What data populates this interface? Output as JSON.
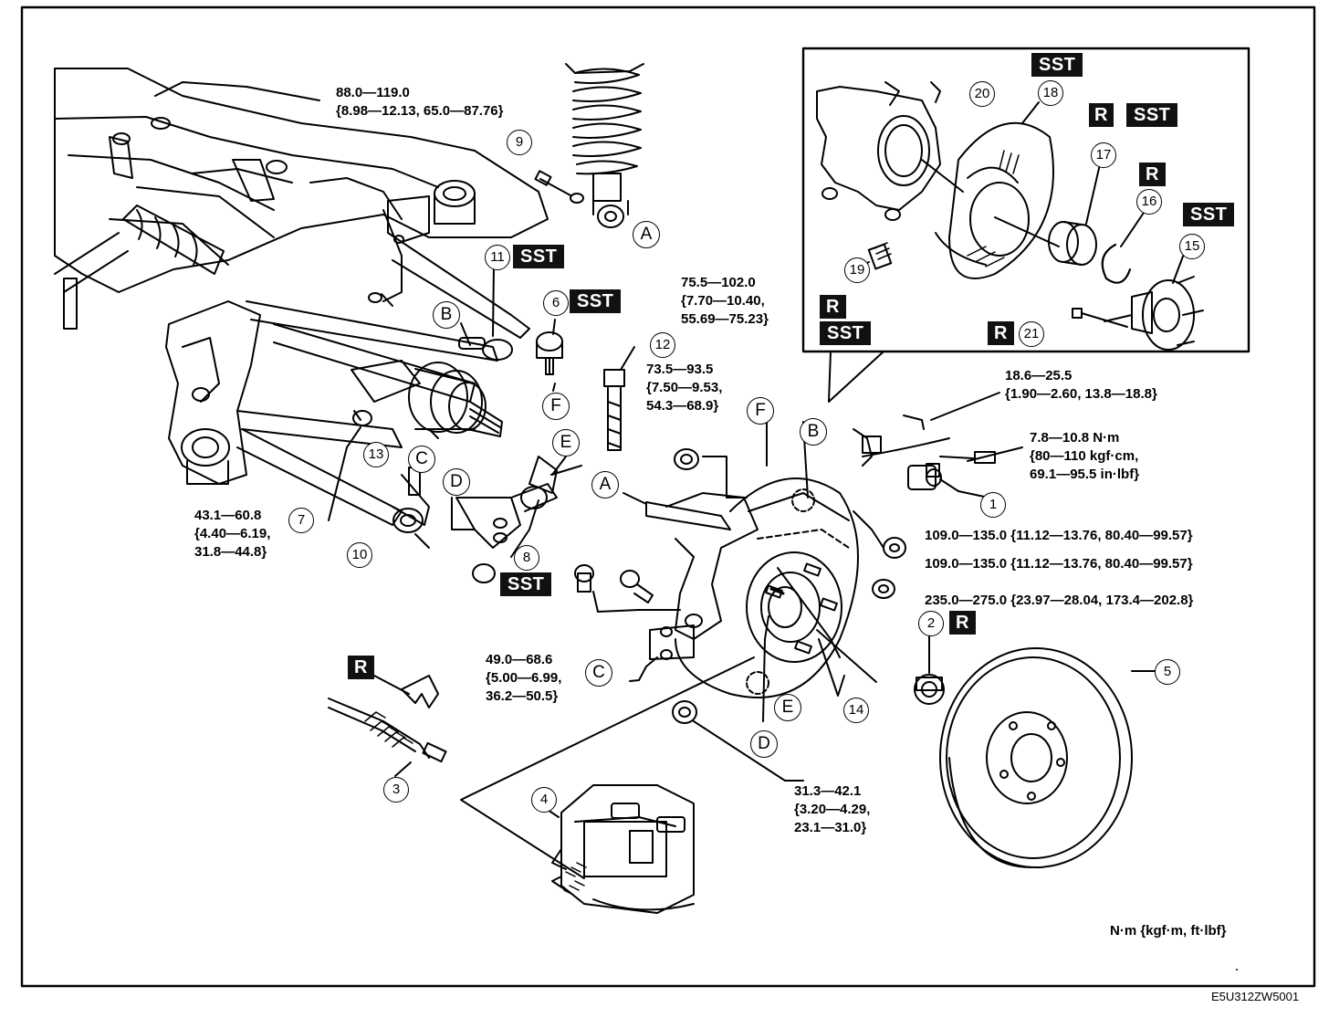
{
  "parts": {
    "p1": "1",
    "p2": "2",
    "p3": "3",
    "p4": "4",
    "p5": "5",
    "p6": "6",
    "p7": "7",
    "p8": "8",
    "p9": "9",
    "p10": "10",
    "p11": "11",
    "p12": "12",
    "p13": "13",
    "p14": "14",
    "p15": "15",
    "p16": "16",
    "p17": "17",
    "p18": "18",
    "p19": "19",
    "p20": "20",
    "p21": "21"
  },
  "letters": {
    "a": "A",
    "b": "B",
    "c": "C",
    "d": "D",
    "e": "E",
    "f": "F"
  },
  "badges": {
    "sst": "SST",
    "r": "R"
  },
  "torques": {
    "t88": "88.0—119.0\n{8.98—12.13, 65.0—87.76}",
    "t75": "75.5—102.0\n{7.70—10.40,\n55.69—75.23}",
    "t73": "73.5—93.5\n{7.50—9.53,\n54.3—68.9}",
    "t18": "18.6—25.5\n{1.90—2.60, 13.8—18.8}",
    "t7": "7.8—10.8 N·m\n{80—110 kgf·cm,\n69.1—95.5 in·lbf}",
    "t109a": "109.0—135.0 {11.12—13.76, 80.40—99.57}",
    "t109b": "109.0—135.0 {11.12—13.76, 80.40—99.57}",
    "t235": "235.0—275.0 {23.97—28.04, 173.4—202.8}",
    "t43": "43.1—60.8\n{4.40—6.19,\n31.8—44.8}",
    "t49": "49.0—68.6\n{5.00—6.99,\n36.2—50.5}",
    "t31": "31.3—42.1\n{3.20—4.29,\n23.1—31.0}"
  },
  "units": "N·m {kgf·m, ft·lbf}",
  "figure_code": "E5U312ZW5001"
}
